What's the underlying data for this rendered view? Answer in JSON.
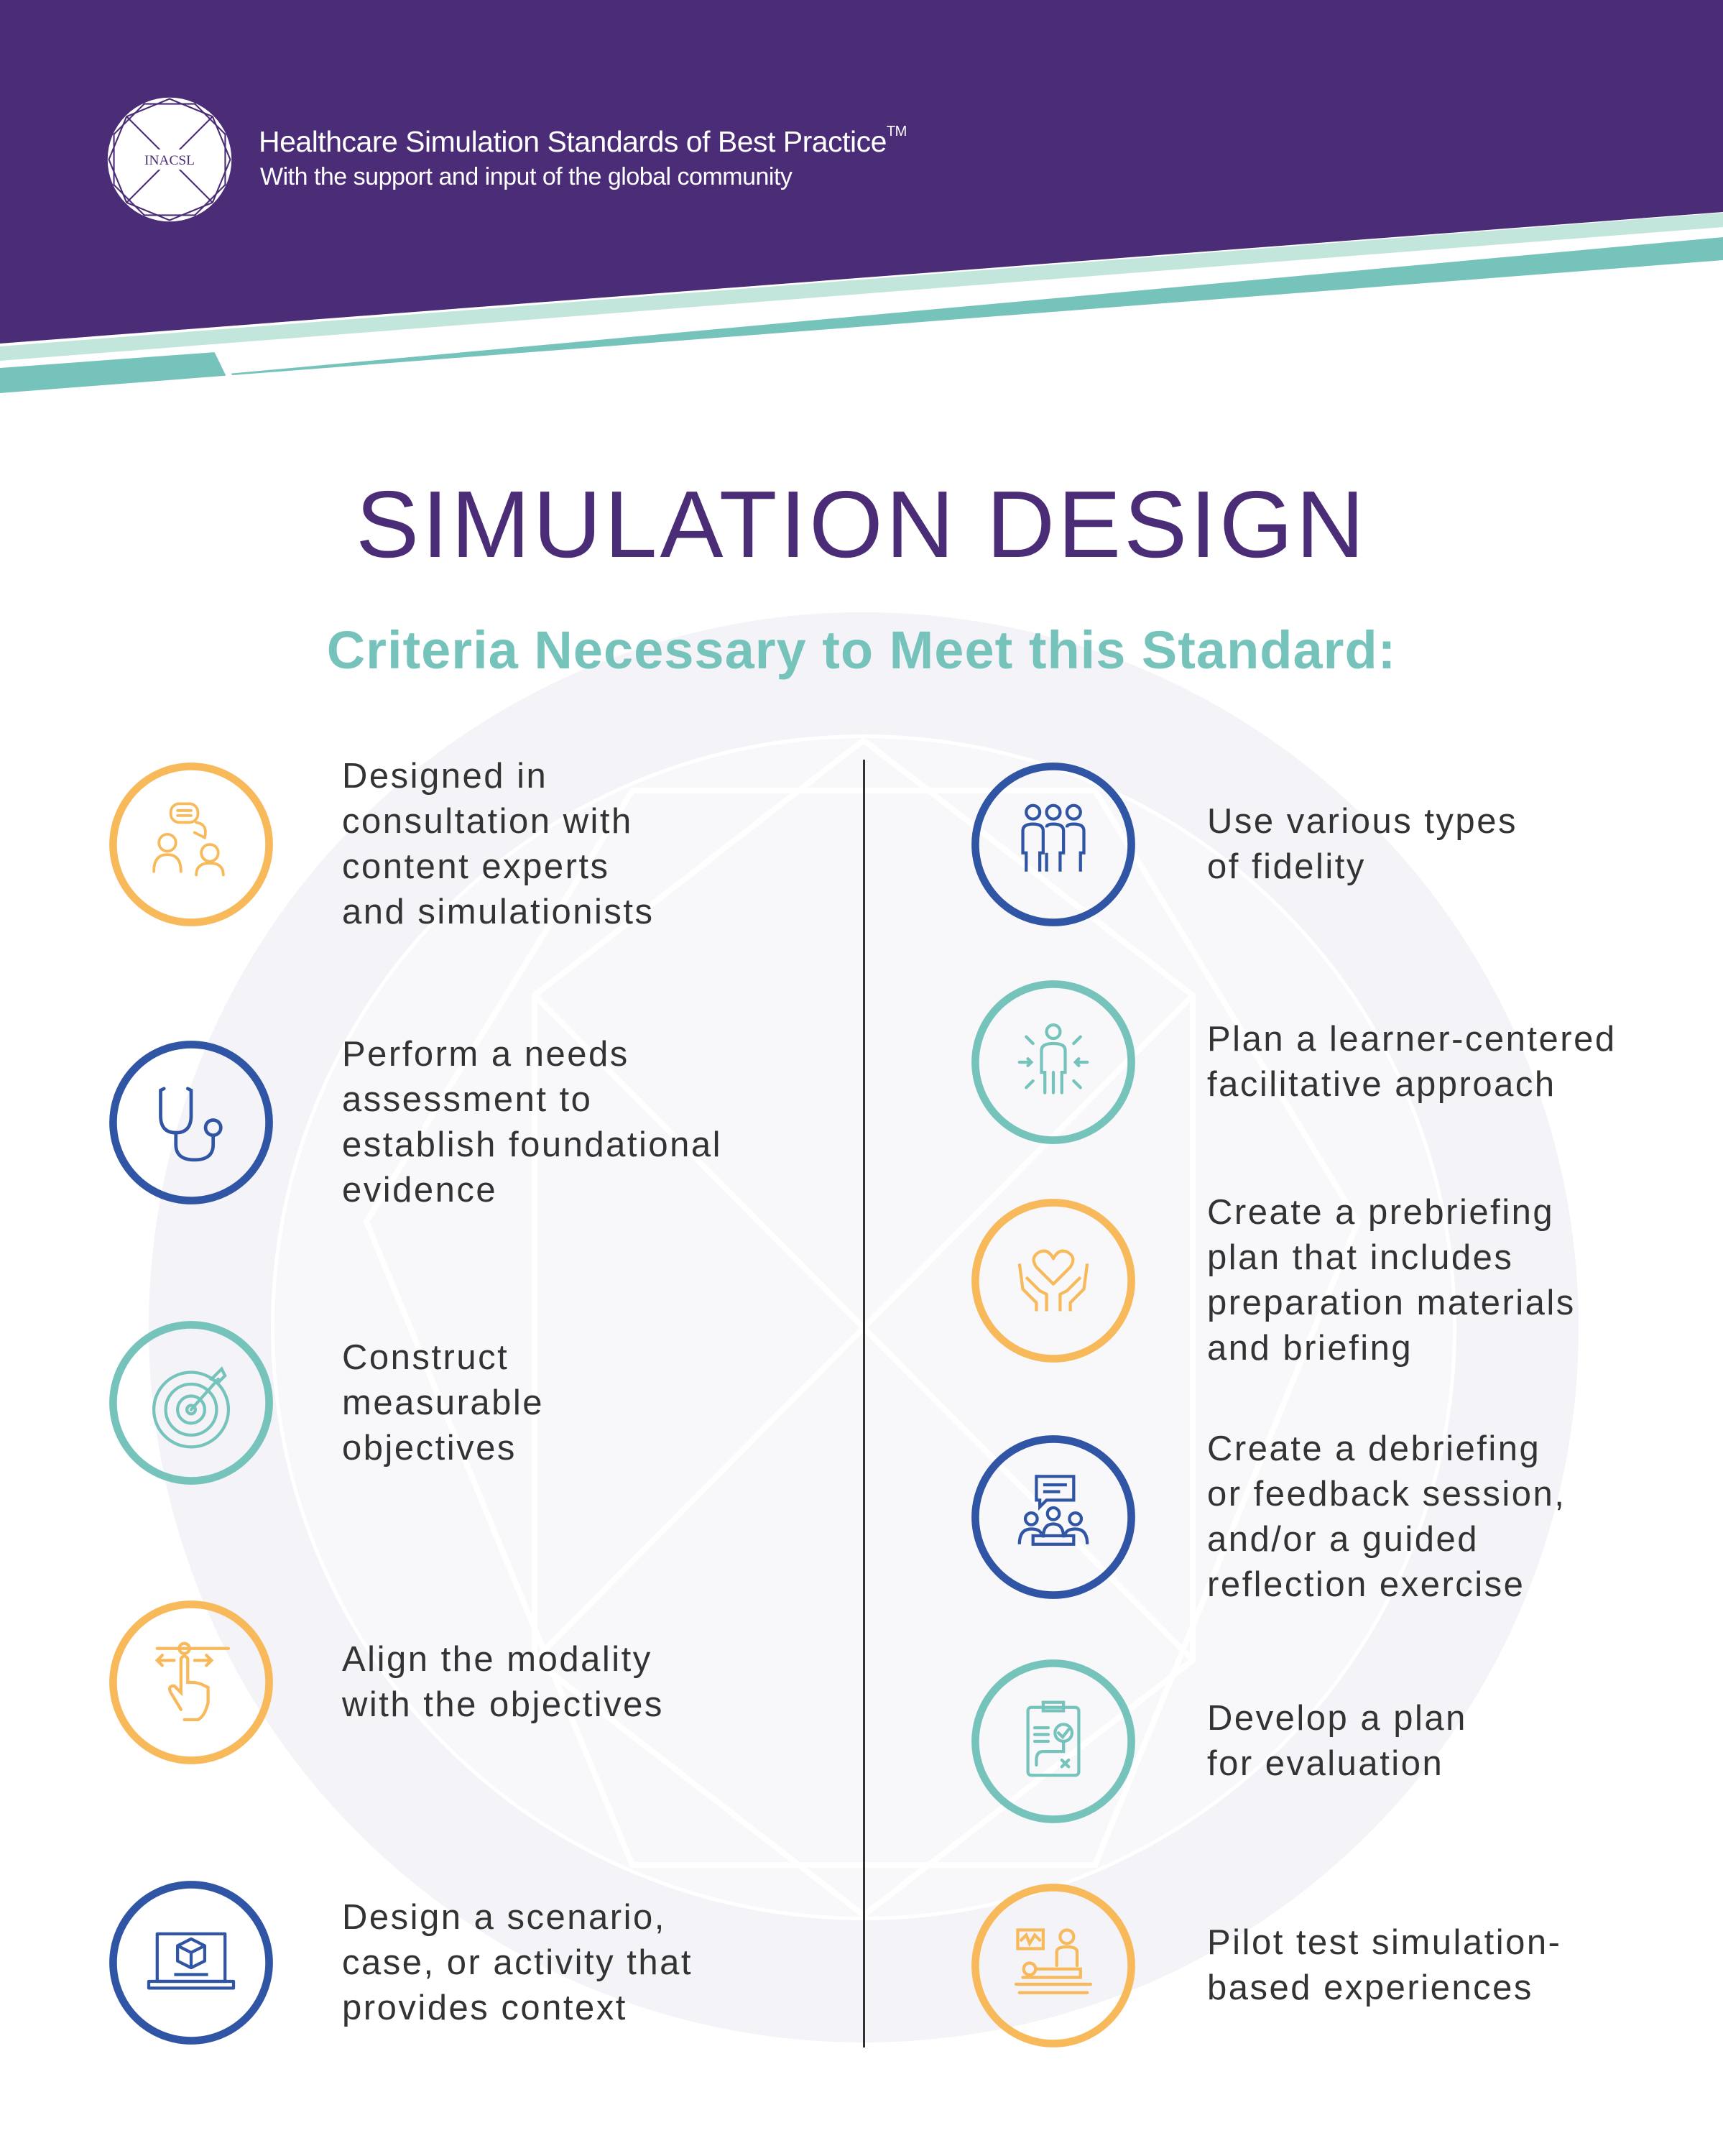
{
  "header": {
    "logo_text": "INACSL",
    "title": "Healthcare Simulation Standards of Best Practice",
    "trademark": "TM",
    "subtitle": "With the support and input of the global community"
  },
  "main": {
    "title": "SIMULATION DESIGN",
    "subtitle": "Criteria Necessary to Meet this Standard:"
  },
  "colors": {
    "purple": "#4a2c77",
    "teal": "#76c3bc",
    "light_teal": "#c2e5dc",
    "orange": "#f8b95a",
    "blue": "#2f55a4"
  },
  "criteria_left": [
    {
      "icon": "consultation-icon",
      "color": "orange",
      "text": "Designed in\nconsultation with\ncontent experts\nand simulationists"
    },
    {
      "icon": "stethoscope-icon",
      "color": "blue",
      "text": "Perform a needs\nassessment to\nestablish foundational\nevidence"
    },
    {
      "icon": "target-icon",
      "color": "teal",
      "text": "Construct\nmeasurable\nobjectives"
    },
    {
      "icon": "touch-gesture-icon",
      "color": "orange",
      "text": "Align the modality\nwith the objectives"
    },
    {
      "icon": "laptop-cube-icon",
      "color": "blue",
      "text": "Design a scenario,\ncase, or activity that\nprovides context"
    }
  ],
  "criteria_right": [
    {
      "icon": "people-group-icon",
      "color": "blue",
      "text": "Use various types\nof fidelity"
    },
    {
      "icon": "learner-centered-icon",
      "color": "teal",
      "text": "Plan a learner-centered\nfacilitative approach"
    },
    {
      "icon": "hands-heart-icon",
      "color": "orange",
      "text": "Create a prebriefing\nplan that includes\npreparation materials\nand briefing"
    },
    {
      "icon": "debriefing-icon",
      "color": "blue",
      "text": "Create a debriefing\nor feedback session,\nand/or a guided\nreflection exercise"
    },
    {
      "icon": "clipboard-evaluation-icon",
      "color": "teal",
      "text": "Develop a plan\nfor evaluation"
    },
    {
      "icon": "patient-simulation-icon",
      "color": "orange",
      "text": "Pilot test simulation-\nbased experiences"
    }
  ]
}
